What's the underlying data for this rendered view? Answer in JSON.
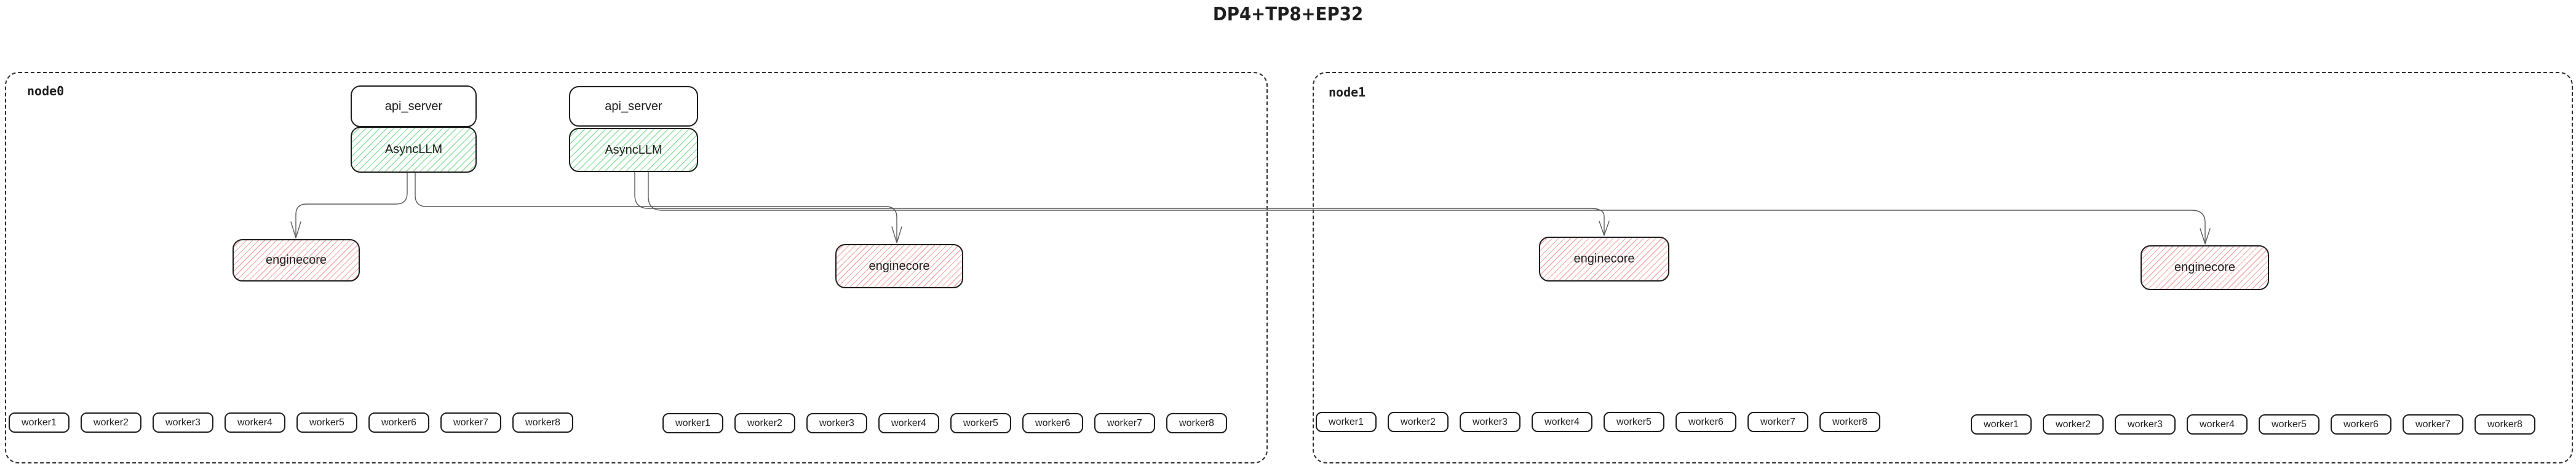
{
  "title": "DP4+TP8+EP32",
  "colors": {
    "box_border": "#1e1e1e",
    "green_hatch": "#8fdf9f",
    "red_hatch": "#f1a8a8",
    "connector": "#5a5a5a",
    "node_border": "#2f2f2f"
  },
  "nodes": [
    {
      "label": "node0",
      "stacks": [
        {
          "api_server": "api_server",
          "asyncllm": "AsyncLLM"
        },
        {
          "api_server": "api_server",
          "asyncllm": "AsyncLLM"
        }
      ],
      "enginecores": [
        "enginecore",
        "enginecore"
      ],
      "worker_groups": [
        [
          "worker1",
          "worker2",
          "worker3",
          "worker4",
          "worker5",
          "worker6",
          "worker7",
          "worker8"
        ],
        [
          "worker1",
          "worker2",
          "worker3",
          "worker4",
          "worker5",
          "worker6",
          "worker7",
          "worker8"
        ]
      ]
    },
    {
      "label": "node1",
      "enginecores": [
        "enginecore",
        "enginecore"
      ],
      "worker_groups": [
        [
          "worker1",
          "worker2",
          "worker3",
          "worker4",
          "worker5",
          "worker6",
          "worker7",
          "worker8"
        ],
        [
          "worker1",
          "worker2",
          "worker3",
          "worker4",
          "worker5",
          "worker6",
          "worker7",
          "worker8"
        ]
      ]
    }
  ]
}
